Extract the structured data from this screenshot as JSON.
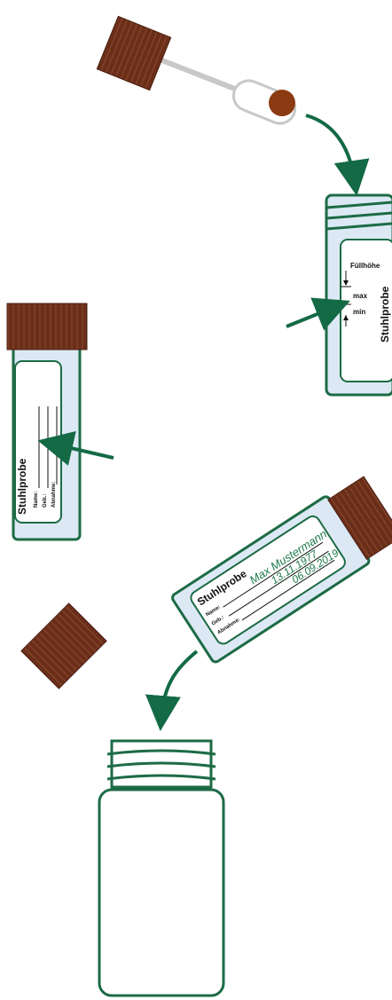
{
  "colors": {
    "green": "#1d6b45",
    "arrow_green": "#136a44",
    "cap_brown": "#6b2e19",
    "cap_line": "#8a4a30",
    "tube_fill": "#dce9f5",
    "label_fill": "#ffffff",
    "sample_brown": "#8b3a12",
    "spoon_gray": "#c8c8c8",
    "handwriting": "#1e7a4a"
  },
  "tube_fill_level": {
    "brand": "Stuhlprobe",
    "fill_height": "Füllhöhe",
    "max": "max",
    "min": "min"
  },
  "tube_label_blank": {
    "brand": "Stuhlprobe",
    "name_label": "Name:",
    "dob_label": "Geb.:",
    "collection_label": "Abnahme:"
  },
  "tube_label_filled": {
    "brand": "Stuhlprobe",
    "name_label": "Name:",
    "dob_label": "Geb.:",
    "collection_label": "Abnahme:",
    "name_value": "Max Mustermann",
    "dob_value": "13.11.1977",
    "collection_value": "06.09.2019"
  },
  "icons": [
    "spoon-cap-icon",
    "sample-tube-icon",
    "loose-cap-icon",
    "transport-container-icon",
    "arrow-icon"
  ]
}
